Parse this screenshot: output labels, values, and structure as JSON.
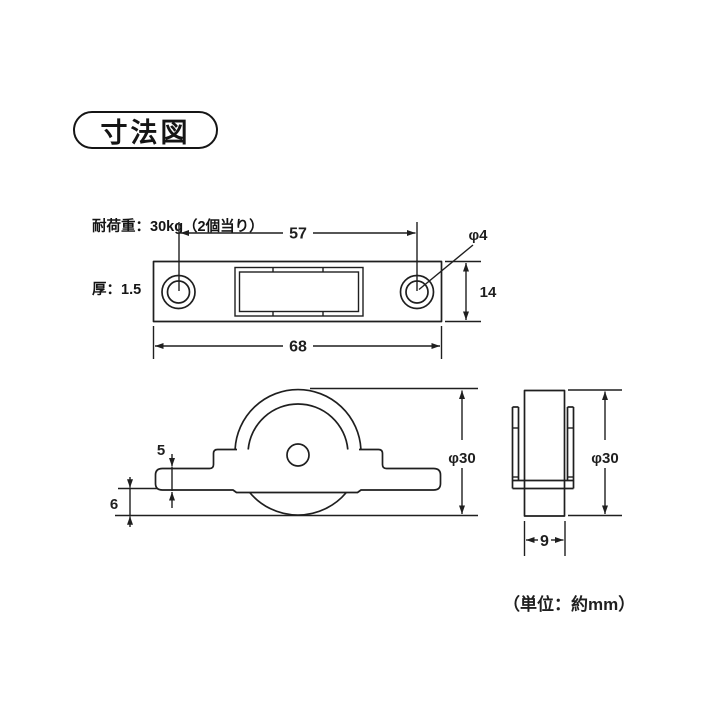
{
  "header": {
    "badge": "寸法図"
  },
  "specs": {
    "load_capacity": "耐荷重：30kg（2個当り）",
    "thickness": "厚：1.5"
  },
  "unit_note": "（単位：約mm）",
  "colors": {
    "line": "#1f1f1f",
    "background": "#ffffff"
  },
  "dimensions": {
    "top_view": {
      "hole_pitch": "57",
      "overall_length": "68",
      "hole_diameter": "φ4",
      "plate_width": "14"
    },
    "side_view": {
      "step_height": "5",
      "bottom_protrusion": "6",
      "wheel_diameter": "φ30"
    },
    "end_view": {
      "wheel_diameter": "φ30",
      "wheel_width": "9"
    }
  }
}
